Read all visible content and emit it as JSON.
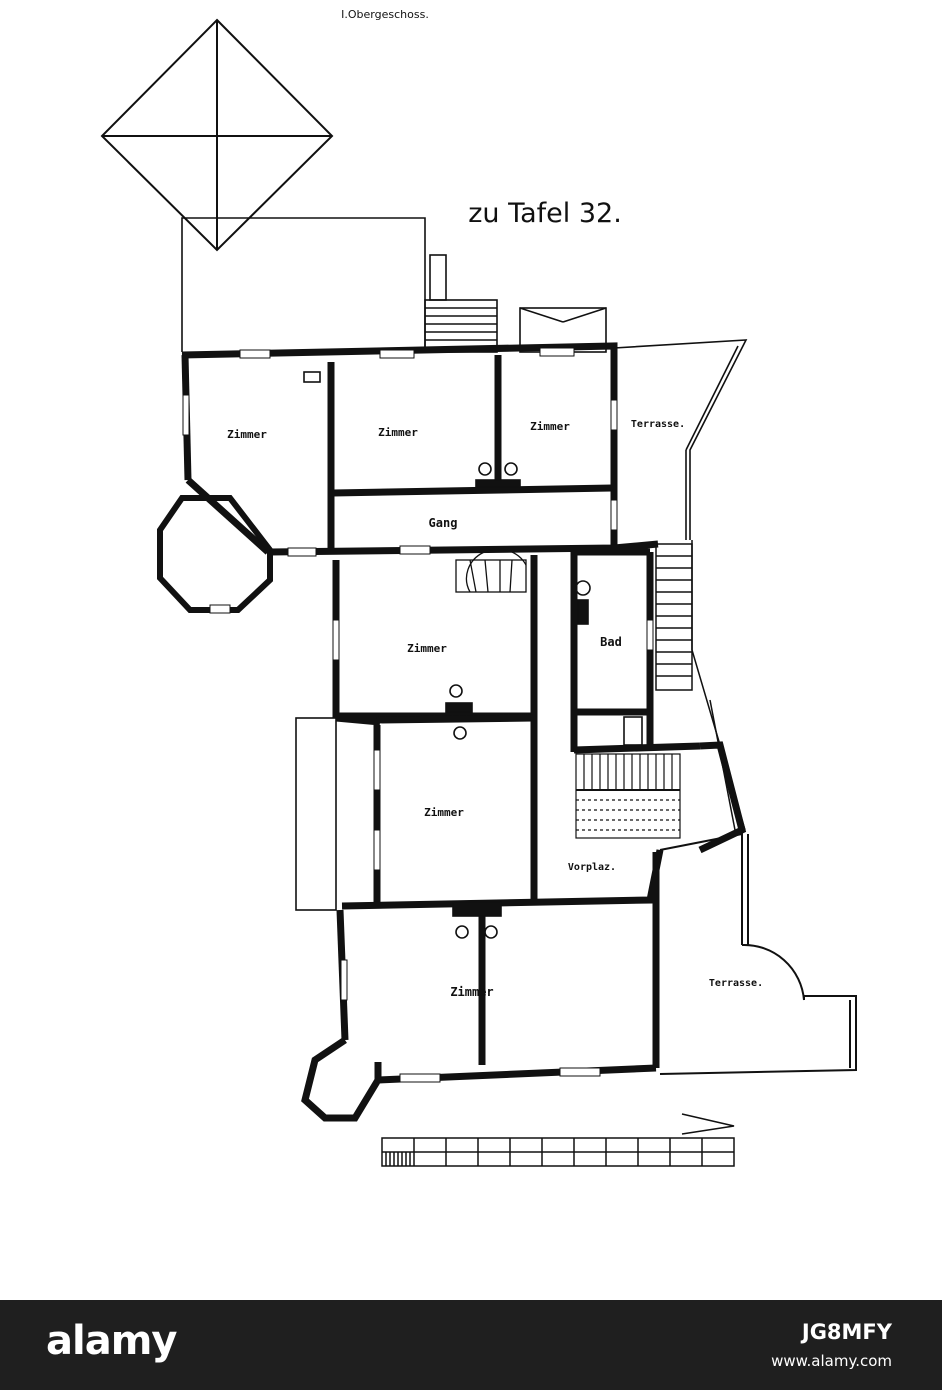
{
  "header": {
    "floor_caption": "I.Obergeschoss.",
    "plate_title": "zu Tafel 32."
  },
  "rooms": {
    "zimmer_nw": "Zimmer",
    "zimmer_n1": "Zimmer",
    "zimmer_n2": "Zimmer",
    "terrasse_n": "Terrasse.",
    "gang": "Gang",
    "zimmer_mid": "Zimmer",
    "bad": "Bad",
    "zimmer_center": "Zimmer",
    "vorplatz": "Vorplaz.",
    "zimmer_s": "Zimmer",
    "terrasse_s": "Terrasse."
  },
  "footer": {
    "brand": "alamy",
    "image_id": "JG8MFY",
    "site": "www.alamy.com"
  },
  "colors": {
    "ink": "#111111",
    "paper": "#ffffff",
    "footer_bg": "#1f1f1f"
  }
}
